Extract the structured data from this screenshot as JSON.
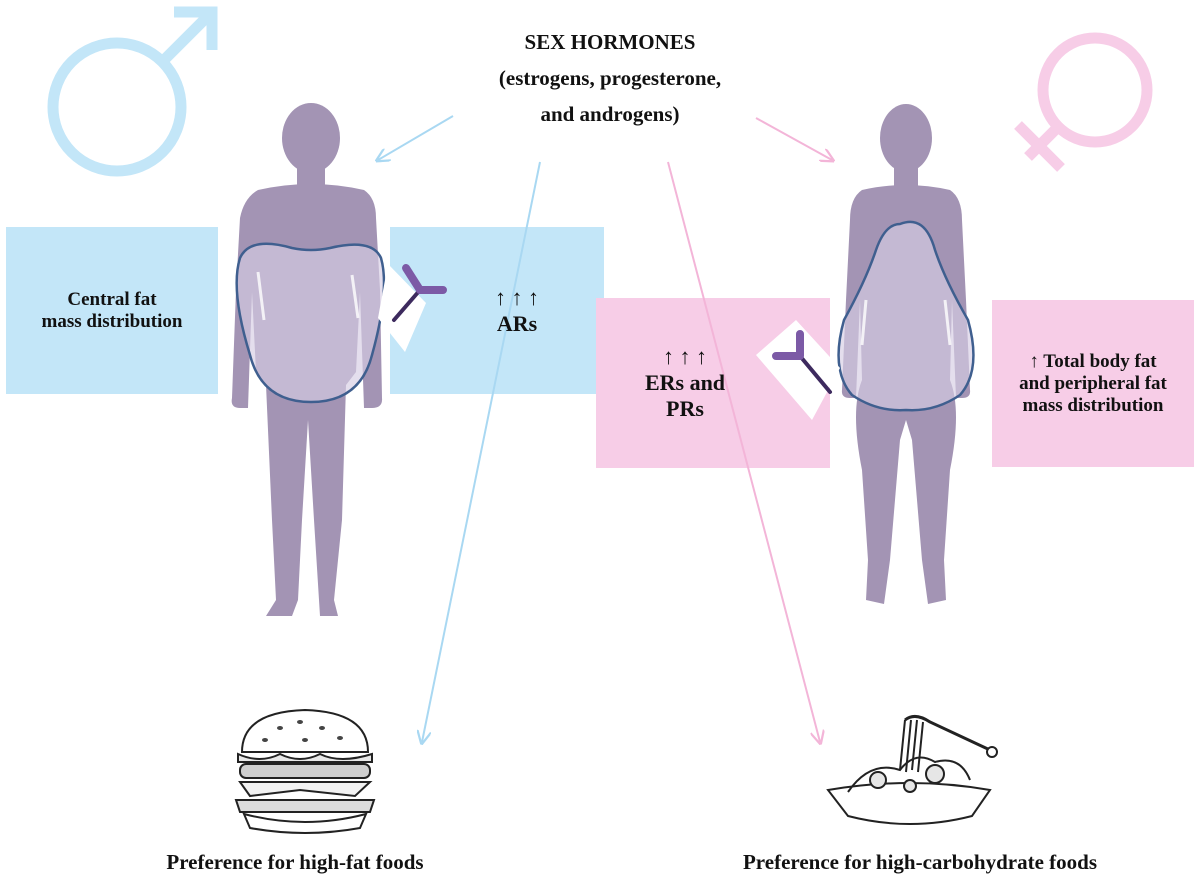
{
  "header": {
    "title": "SEX HORMONES",
    "subtitle_line1": "(estrogens, progesterone,",
    "subtitle_line2": "and androgens)"
  },
  "male": {
    "symbol": "male-symbol",
    "box_fat": {
      "line1": "Central fat",
      "line2": "mass distribution"
    },
    "box_receptor": {
      "arrows": "↑ ↑ ↑",
      "label": "ARs"
    },
    "food_caption": "Preference for high-fat foods",
    "food_icon": "burger-icon"
  },
  "female": {
    "symbol": "female-symbol",
    "box_receptor": {
      "arrows": "↑ ↑ ↑",
      "line1": "ERs and",
      "line2": "PRs"
    },
    "box_fat": {
      "line1": "↑ Total body fat",
      "line2": "and peripheral fat",
      "line3": "mass distribution"
    },
    "food_caption": "Preference for high-carbohydrate foods",
    "food_icon": "spaghetti-icon"
  },
  "colors": {
    "male_light": "#c3e6f8",
    "male_line": "#a9d8f2",
    "female_light": "#f7cde7",
    "female_line": "#f3b5d8",
    "silhouette": "#a394b4",
    "fat_outline": "#3f5f8f",
    "receptor": "#7c5aa6"
  }
}
